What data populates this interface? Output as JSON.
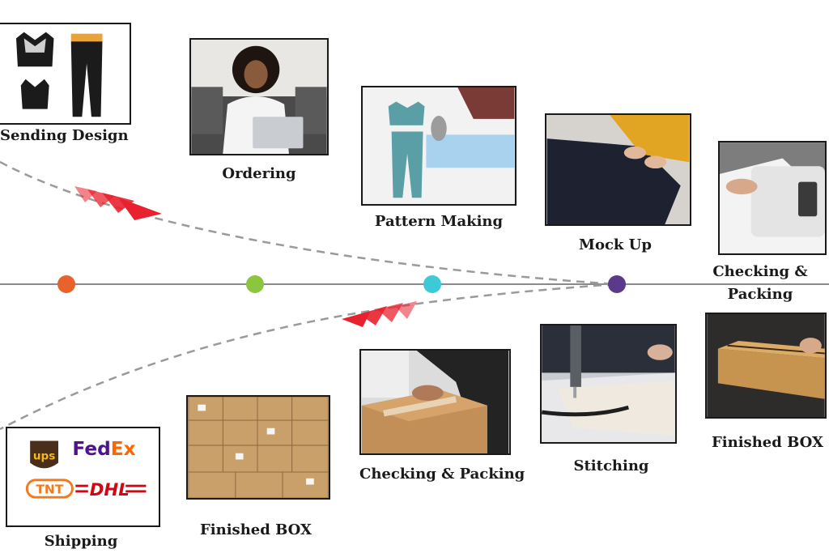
{
  "colors": {
    "timeline": "#8a8a8a",
    "dash_path": "#9a9a9a",
    "arrow": "#e8212e",
    "dots": [
      "#e8622c",
      "#8cc63f",
      "#3ccbd6",
      "#5b3a8c"
    ],
    "frame": "#1a1a1a"
  },
  "steps_upper": [
    {
      "label": "Sending Design",
      "image": "sports-bra-leggings-design"
    },
    {
      "label": "Ordering",
      "image": "woman-with-laptop"
    },
    {
      "label": "Pattern Making",
      "image": "pattern-making-teal-set"
    },
    {
      "label": "Mock Up",
      "image": "cutting-black-fabric"
    },
    {
      "label": "Checking & Packing",
      "label_line1": "Checking &",
      "label_line2": "Packing",
      "image": "sealing-machine"
    }
  ],
  "steps_lower": [
    {
      "label": "Shipping",
      "image": "courier-logos"
    },
    {
      "label": "Finished BOX",
      "image": "stacked-cartons"
    },
    {
      "label": "Checking & Packing",
      "image": "taping-carton"
    },
    {
      "label": "Stitching",
      "image": "sewing-machine"
    },
    {
      "label": "Finished BOX",
      "image": "kraft-product-box"
    }
  ],
  "courier_logos": {
    "ups": "ups",
    "fedex_fed": "Fed",
    "fedex_ex": "Ex",
    "tnt": "TNT",
    "dhl": "DHL"
  }
}
